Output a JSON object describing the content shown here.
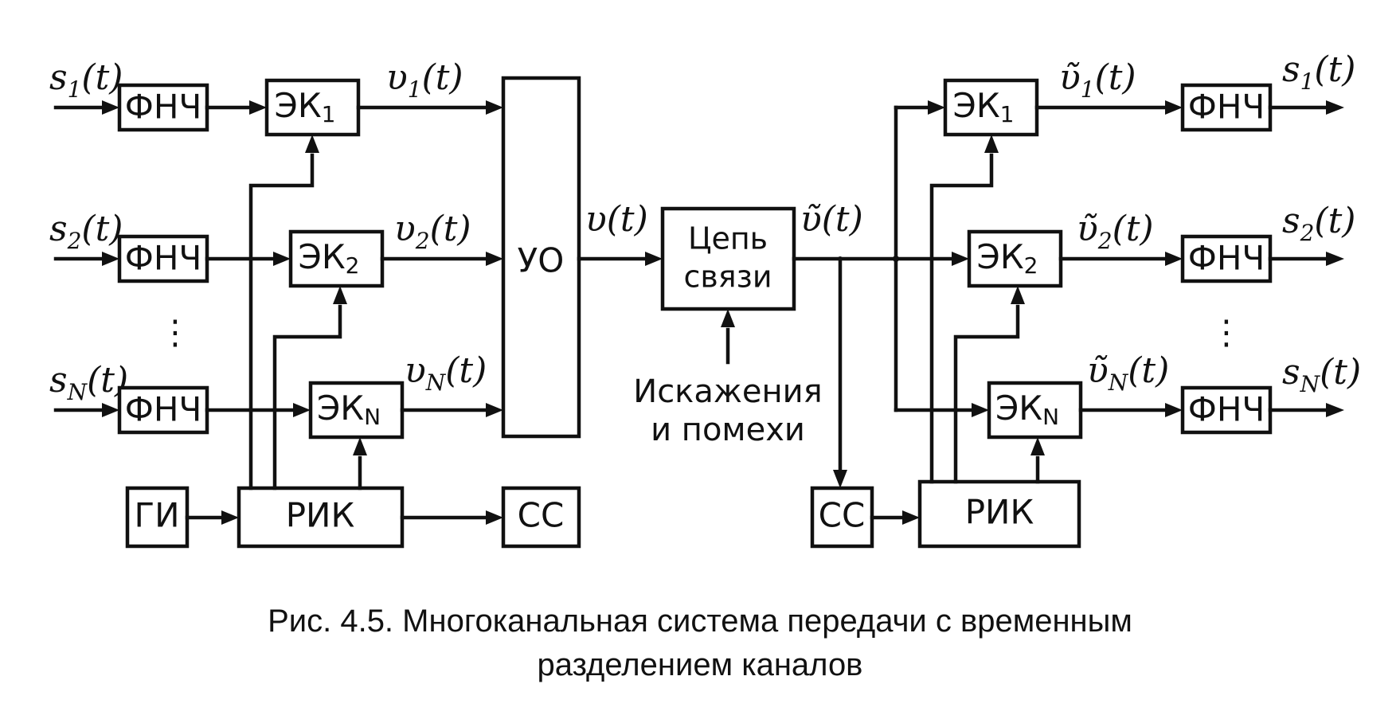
{
  "blocks": {
    "lpf": "ФНЧ",
    "ek": "ЭК",
    "ek_sub": {
      "1": "1",
      "2": "2",
      "n": "N"
    },
    "uo": "УО",
    "channel_line1": "Цепь",
    "channel_line2": "связи",
    "gi": "ГИ",
    "rik": "РИК",
    "ss": "СС"
  },
  "signals": {
    "s": "s",
    "v": "υ",
    "v_tilde": "υ̃",
    "t": "(t)",
    "sub1": "1",
    "sub2": "2",
    "subN": "N"
  },
  "distortion_line1": "Искажения",
  "distortion_line2": "и помехи",
  "ellipsis": "⋮",
  "caption_line1": "Рис. 4.5. Многоканальная система передачи с временным",
  "caption_line2": "разделением каналов"
}
